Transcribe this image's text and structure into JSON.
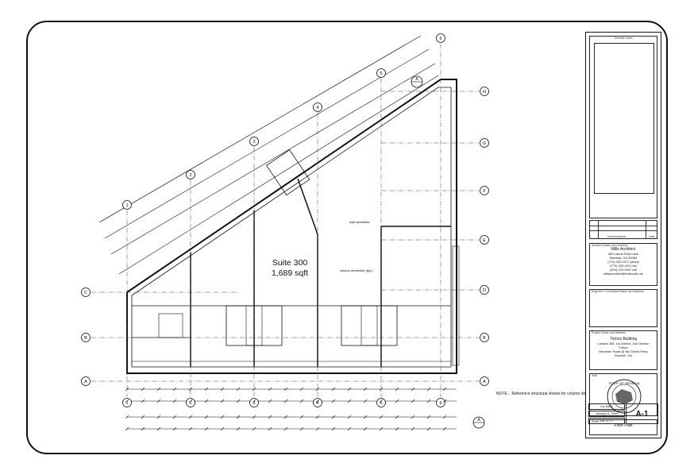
{
  "plan": {
    "suite_name": "Suite 300",
    "suite_area": "1,689 sqft",
    "note": "NOTE...  Reference structural sheets for column dimensioning.",
    "column_label": "column centerline (typ.)",
    "wall_label": "wall centerline",
    "grid_numbers": [
      "1",
      "2",
      "3",
      "4",
      "5",
      "6"
    ],
    "grid_letters": [
      "A",
      "B",
      "C",
      "D",
      "E",
      "F",
      "G",
      "H"
    ],
    "section_marker": "A",
    "section_sheet": "A-1"
  },
  "title_block": {
    "general_notes": "General Notes",
    "revision_label": "Revision/Issue",
    "date_label": "Date",
    "architect_header": "Architect Name and Address",
    "architect_name": "Mills Architect",
    "architect_lines": [
      "483 Laurel Park Lane",
      "Marietta, GA 30064",
      "(770) 425-2377 phone",
      "(770) 425-4221 fax",
      "(404) 229-0947 cell",
      "millsarchitect@bellsouth.net"
    ],
    "consultant_header": "Engineer / Consultant Name and Address",
    "project_header": "Project Name and Address",
    "project_name": "Tirmos Building",
    "project_lines": [
      "Landlot 346, 1st District, 2nd Section",
      "Fulton",
      "Hembree Road @ Mc Ginnis Ferry",
      "Roswell, GA"
    ],
    "seal_header": "Seal",
    "seal_text": "STATE OF GEORGIA",
    "sheet_label": "Sheet",
    "sheet_title": "Floor Plan",
    "project_no": "mo #482",
    "date": "January 6, 2009",
    "sheet_number": "A-1",
    "scale": "1/8\"=1'-0\""
  }
}
